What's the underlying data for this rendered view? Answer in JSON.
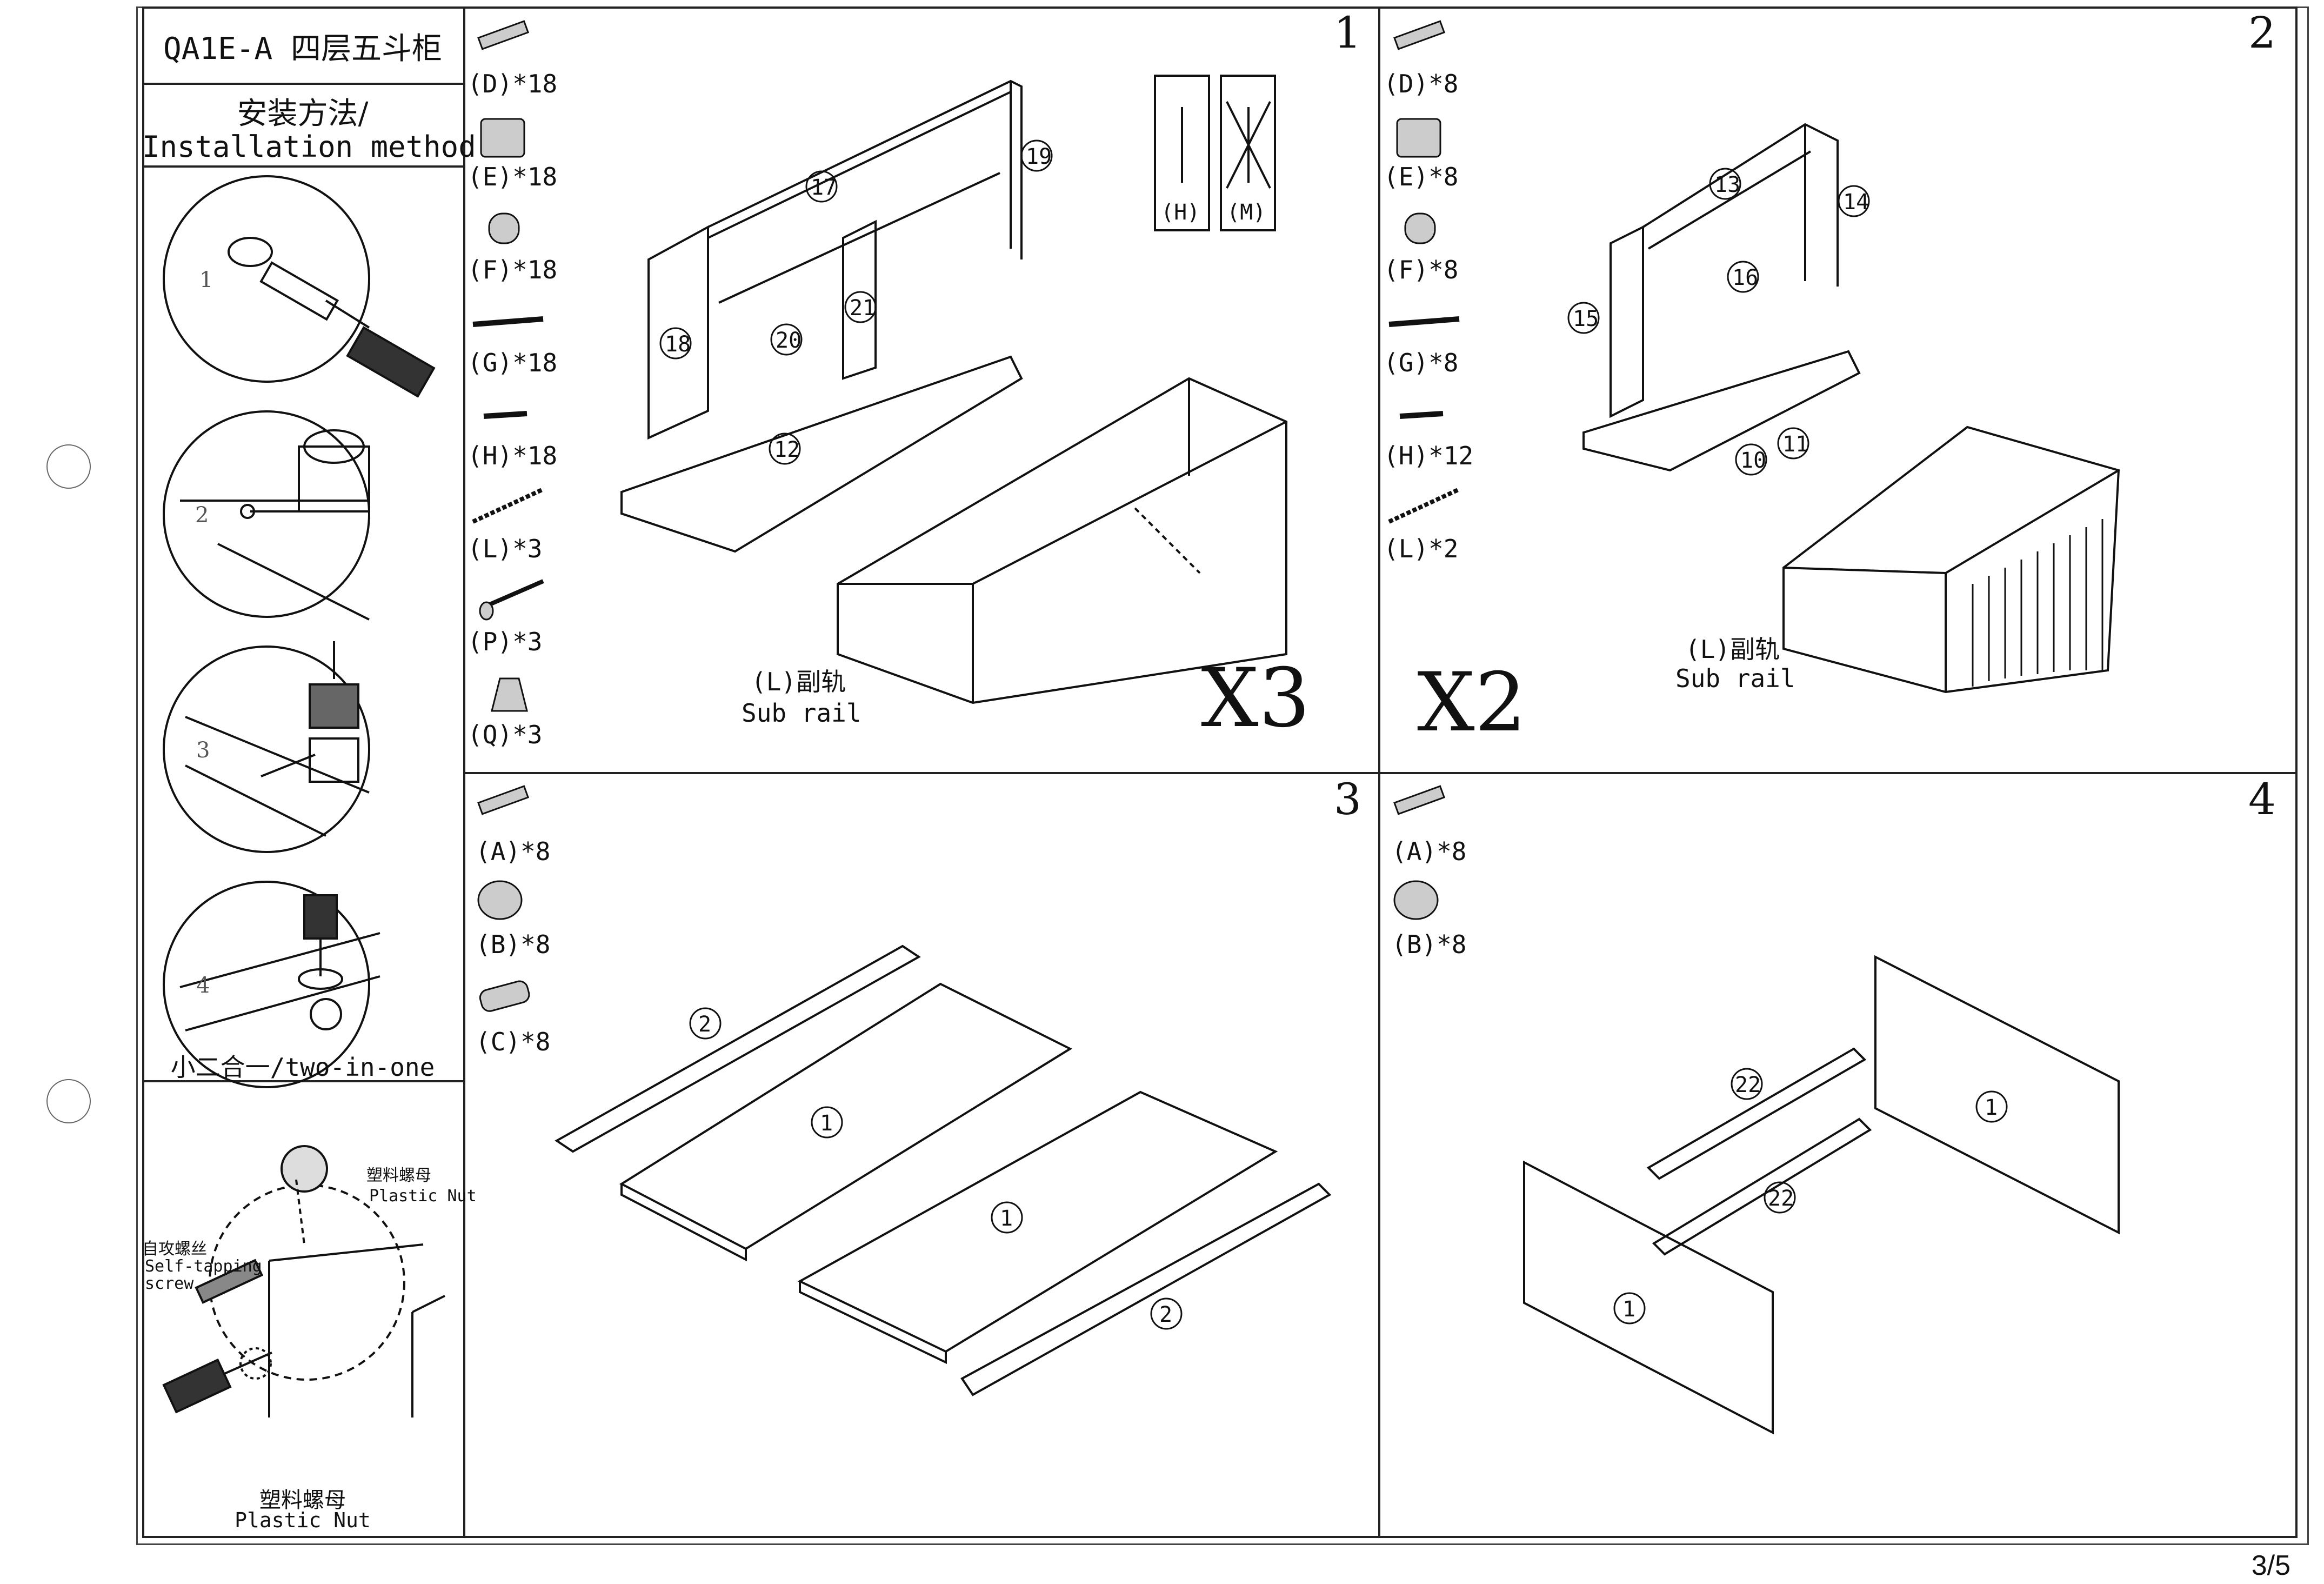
{
  "header": {
    "model_title": "QA1E-A 四层五斗柜",
    "method_cn": "安装方法/",
    "method_en": "Installation method"
  },
  "sidebar": {
    "two_in_one_caption": "小二合一/two-in-one",
    "detail_labels": {
      "plastic_nut_cn": "塑料螺母",
      "plastic_nut_en": "Plastic Nut",
      "self_tapping_cn": "自攻螺丝",
      "self_tapping_en_1": "Self-tapping",
      "self_tapping_en_2": "screw"
    },
    "bottom_caption_cn": "塑料螺母",
    "bottom_caption_en": "Plastic Nut",
    "steps": [
      "1",
      "2",
      "3",
      "4"
    ]
  },
  "steps": [
    {
      "number": "1",
      "multiplier": "X3",
      "parts": [
        "(D)*18",
        "(E)*18",
        "(F)*18",
        "(G)*18",
        "(H)*18",
        "(L)*3",
        "(P)*3",
        "(Q)*3"
      ],
      "screw_types": [
        "(H)",
        "(M)"
      ],
      "sub_rail_cn": "(L)副轨",
      "sub_rail_en": "Sub rail",
      "panels": [
        "17",
        "18",
        "19",
        "20",
        "21",
        "12"
      ]
    },
    {
      "number": "2",
      "multiplier": "X2",
      "parts": [
        "(D)*8",
        "(E)*8",
        "(F)*8",
        "(G)*8",
        "(H)*12",
        "(L)*2"
      ],
      "sub_rail_cn": "(L)副轨",
      "sub_rail_en": "Sub rail",
      "panels": [
        "13",
        "14",
        "15",
        "16",
        "10",
        "11"
      ]
    },
    {
      "number": "3",
      "parts": [
        "(A)*8",
        "(B)*8",
        "(C)*8"
      ],
      "panels": [
        "1",
        "2",
        "1",
        "2"
      ]
    },
    {
      "number": "4",
      "parts": [
        "(A)*8",
        "(B)*8"
      ],
      "panels": [
        "22",
        "22",
        "1",
        "1"
      ]
    }
  ],
  "page_number": "3/5"
}
